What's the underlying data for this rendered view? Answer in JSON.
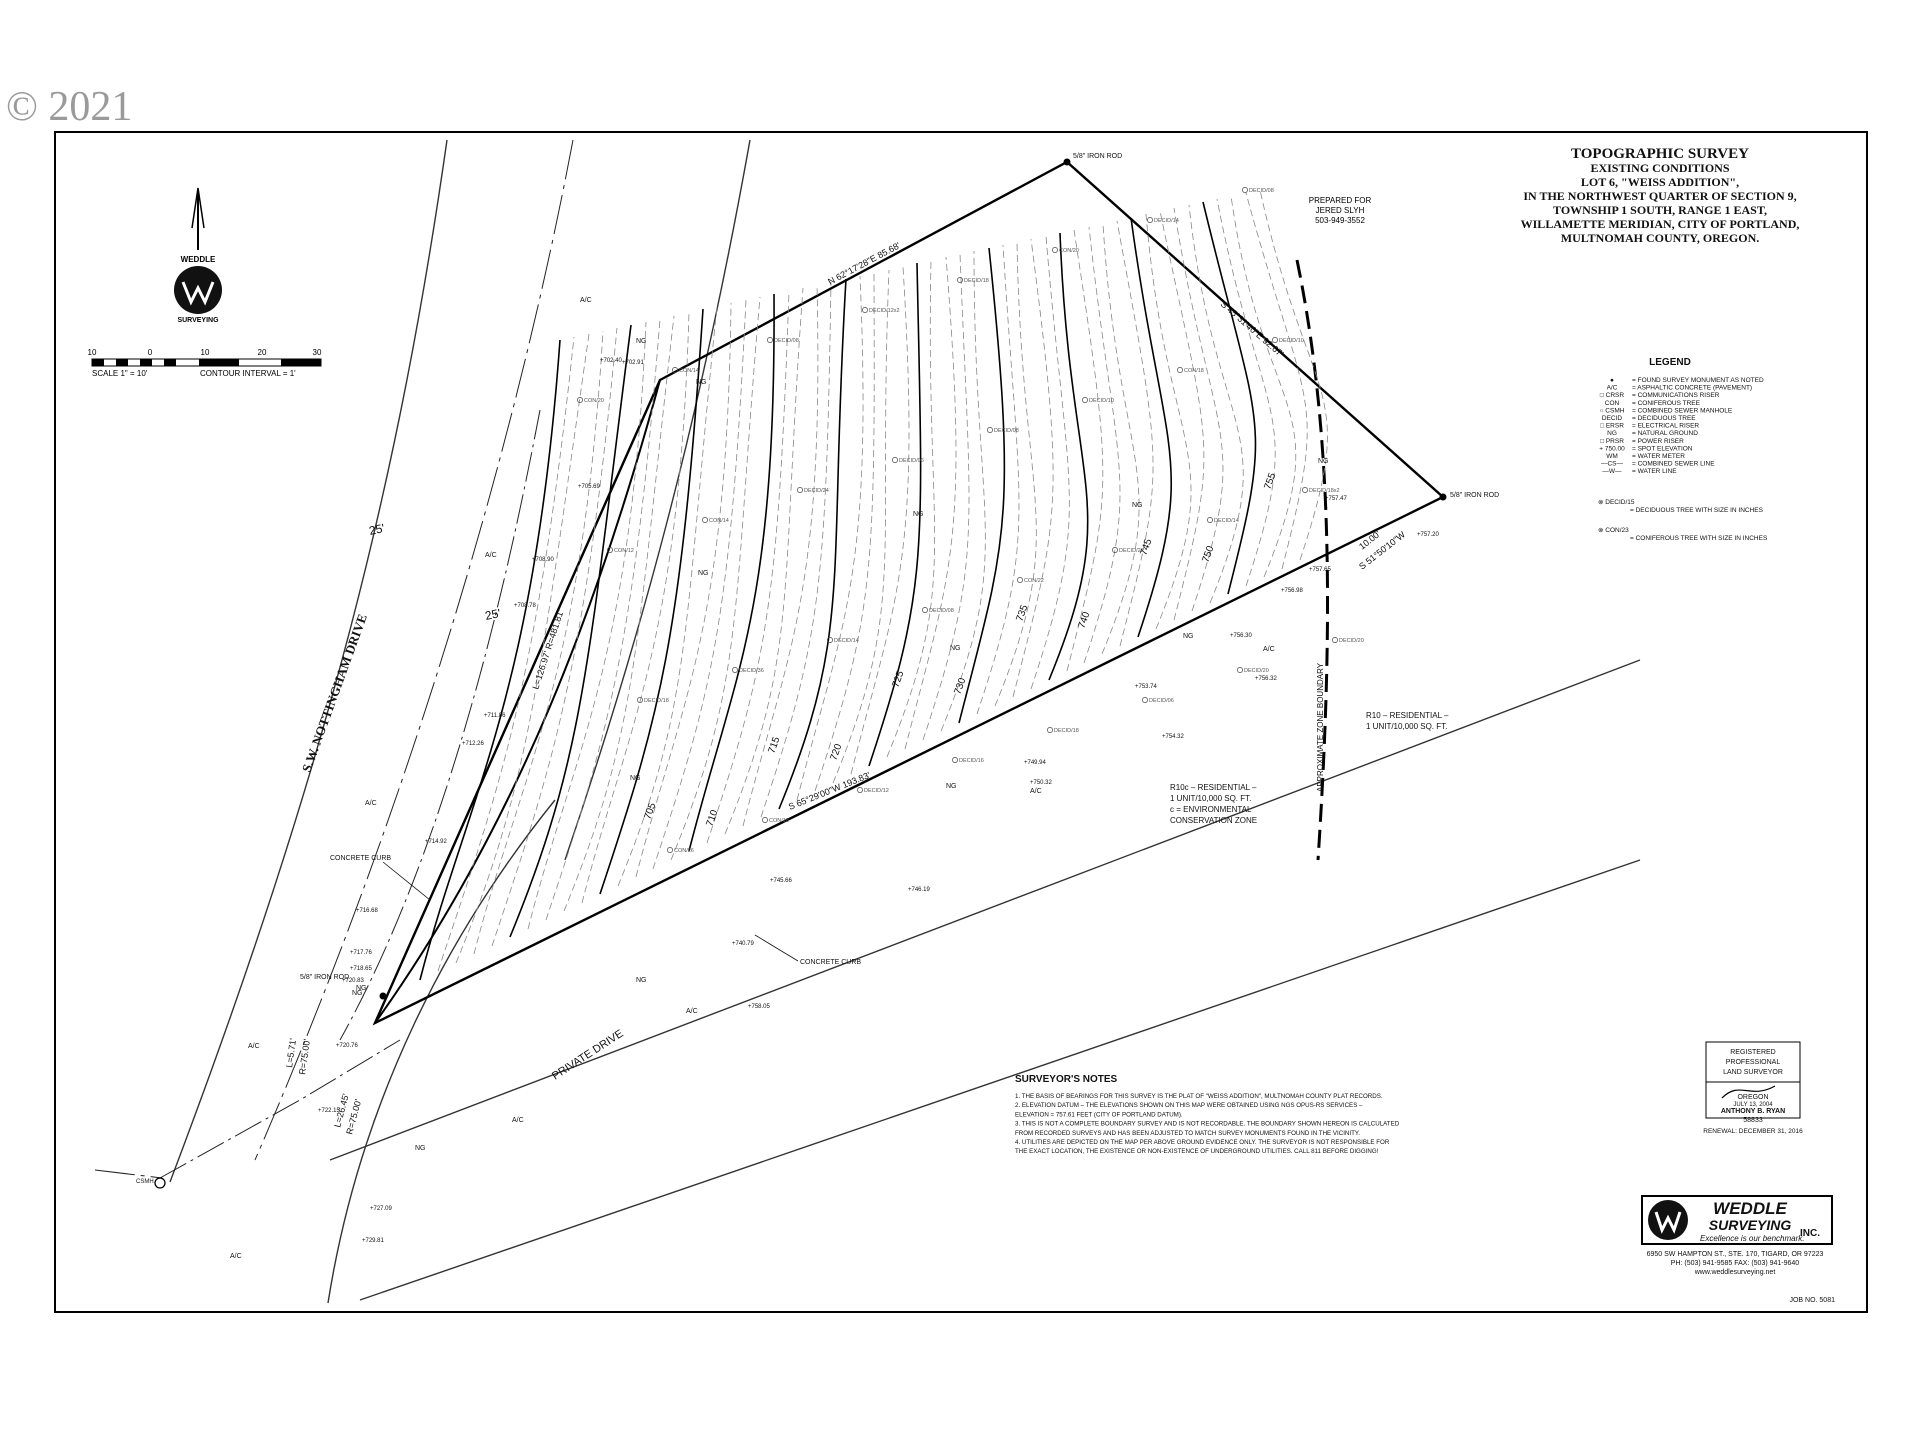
{
  "watermark": "© 2021",
  "title_block": {
    "lines": [
      "TOPOGRAPHIC SURVEY",
      "EXISTING CONDITIONS",
      "LOT 6, \"WEISS ADDITION\",",
      "IN THE NORTHWEST QUARTER OF SECTION 9,",
      "TOWNSHIP 1 SOUTH, RANGE 1 EAST,",
      "WILLAMETTE MERIDIAN, CITY OF PORTLAND,",
      "MULTNOMAH COUNTY, OREGON."
    ]
  },
  "prepared_for": {
    "label": "PREPARED FOR",
    "name": "JERED SLYH",
    "phone": "503-949-3552"
  },
  "north_logo": {
    "line1": "WEDDLE",
    "line2": "SURVEYING"
  },
  "scale": {
    "ticks": [
      "10",
      "0",
      "10",
      "20",
      "30"
    ],
    "scale_text": "SCALE 1\" = 10'",
    "contour_text": "CONTOUR INTERVAL = 1'"
  },
  "legend": {
    "title": "LEGEND",
    "items": [
      {
        "symbol": "●",
        "text": "= FOUND SURVEY MONUMENT AS NOTED"
      },
      {
        "symbol": "A/C",
        "text": "= ASPHALTIC CONCRETE (PAVEMENT)"
      },
      {
        "symbol": "□ CRSR",
        "text": "= COMMUNICATIONS RISER"
      },
      {
        "symbol": "CON",
        "text": "= CONIFEROUS TREE"
      },
      {
        "symbol": "○ CSMH",
        "text": "= COMBINED SEWER MANHOLE"
      },
      {
        "symbol": "DECID",
        "text": "= DECIDUOUS TREE"
      },
      {
        "symbol": "□ ERSR",
        "text": "= ELECTRICAL RISER"
      },
      {
        "symbol": "NG",
        "text": "= NATURAL GROUND"
      },
      {
        "symbol": "□ PRSR",
        "text": "= POWER RISER"
      },
      {
        "symbol": "+ 750.00",
        "text": "= SPOT ELEVATION"
      },
      {
        "symbol": "WM",
        "text": "= WATER METER"
      },
      {
        "symbol": "—CS—",
        "text": "= COMBINED SEWER LINE"
      },
      {
        "symbol": "—W—",
        "text": "= WATER LINE"
      }
    ],
    "tree_items": [
      {
        "symbol": "⊗ DECID/15",
        "text": "= DECIDUOUS TREE WITH SIZE IN INCHES"
      },
      {
        "symbol": "⊗ CON/23",
        "text": "= CONIFEROUS TREE WITH SIZE IN INCHES"
      }
    ]
  },
  "notes": {
    "title": "SURVEYOR'S NOTES",
    "items": [
      "1. THE BASIS OF BEARINGS FOR THIS SURVEY IS THE PLAT OF \"WEISS ADDITION\", MULTNOMAH COUNTY PLAT RECORDS.",
      "2. ELEVATION DATUM – THE ELEVATIONS SHOWN ON THIS MAP WERE OBTAINED USING NGS OPUS-RS SERVICES –",
      "   ELEVATION = 757.61 FEET (CITY OF PORTLAND DATUM).",
      "3. THIS IS NOT A COMPLETE BOUNDARY SURVEY AND IS NOT RECORDABLE. THE BOUNDARY SHOWN HEREON IS CALCULATED",
      "   FROM RECORDED SURVEYS AND HAS BEEN ADJUSTED TO MATCH SURVEY MONUMENTS FOUND IN THE VICINITY.",
      "4. UTILITIES ARE DEPICTED ON THE MAP PER ABOVE GROUND EVIDENCE ONLY. THE SURVEYOR IS NOT RESPONSIBLE FOR",
      "   THE EXACT LOCATION, THE EXISTENCE OR NON-EXISTENCE OF UNDERGROUND UTILITIES. CALL 811 BEFORE DIGGING!"
    ]
  },
  "stamp": {
    "lines": [
      "REGISTERED",
      "PROFESSIONAL",
      "LAND SURVEYOR"
    ],
    "state": "OREGON",
    "date": "JULY 13, 2004",
    "name": "ANTHONY B. RYAN",
    "number": "58833",
    "renewal": "RENEWAL: DECEMBER 31, 2016"
  },
  "company": {
    "name1": "WEDDLE",
    "name2": "SURVEYING",
    "inc": "INC.",
    "tagline": "Excellence is our benchmark.",
    "address": "6950 SW HAMPTON ST., STE. 170, TIGARD, OR 97223",
    "phone": "PH: (503) 941-9585   FAX: (503) 941-9640",
    "web": "www.weddlesurveying.net"
  },
  "job": "JOB NO. 5081",
  "labels": {
    "street": "S.W. NOTTINGHAM DRIVE",
    "private_drive": "PRIVATE DRIVE",
    "iron_rod": "5/8\" IRON ROD",
    "bearing_n": "N 62°17'28\"E 85.68'",
    "bearing_e": "S 45°31'40\"E 92.67'",
    "bearing_s": "S 65°29'00\"W 193.83'",
    "bearing_se": "S 51°50'10\"W",
    "dist_10": "10.00'",
    "curve": "L=126.97'  R=481.81'",
    "curve2a": "L=5.71'",
    "curve2b": "R=75.00'",
    "curve3a": "L=26.45'",
    "curve3b": "R=75.00'",
    "row_25a": "25'",
    "row_25b": "25'",
    "zone_r10": [
      "R10 – RESIDENTIAL –",
      "1 UNIT/10,000 SQ. FT."
    ],
    "zone_r10c": [
      "R10c – RESIDENTIAL –",
      "1 UNIT/10,000 SQ. FT.",
      "c = ENVIRONMENTAL",
      "CONSERVATION ZONE"
    ],
    "zone_boundary": "APPROXIMATE ZONE BOUNDARY",
    "concrete_curb": "CONCRETE CURB",
    "ac": "A/C",
    "ng": "NG",
    "csmh": "CSMH",
    "cs": "CS",
    "w": "W"
  },
  "contours": [
    "705",
    "710",
    "715",
    "720",
    "725",
    "730",
    "735",
    "740",
    "745",
    "750",
    "755"
  ],
  "spot_elevations": [
    {
      "v": "702.40",
      "pos": "a"
    },
    {
      "v": "702.91",
      "pos": "b"
    },
    {
      "v": "705.69",
      "pos": "c"
    },
    {
      "v": "708.90",
      "pos": "d"
    },
    {
      "v": "708.78",
      "pos": "e"
    },
    {
      "v": "711.86",
      "pos": "f"
    },
    {
      "v": "712.26",
      "pos": "g"
    },
    {
      "v": "714.92",
      "pos": "h"
    },
    {
      "v": "716.68",
      "pos": "i"
    },
    {
      "v": "717.76",
      "pos": "j"
    },
    {
      "v": "718.65",
      "pos": "k"
    },
    {
      "v": "720.76",
      "pos": "l"
    },
    {
      "v": "722.15",
      "pos": "m"
    },
    {
      "v": "727.09",
      "pos": "n"
    },
    {
      "v": "729.81",
      "pos": "o"
    },
    {
      "v": "740.79",
      "pos": "p"
    },
    {
      "v": "745.66",
      "pos": "q"
    },
    {
      "v": "746.19",
      "pos": "r"
    },
    {
      "v": "749.94",
      "pos": "s"
    },
    {
      "v": "750.32",
      "pos": "t"
    },
    {
      "v": "753.74",
      "pos": "u"
    },
    {
      "v": "754.32",
      "pos": "v"
    },
    {
      "v": "756.30",
      "pos": "w"
    },
    {
      "v": "756.32",
      "pos": "x"
    },
    {
      "v": "756.98",
      "pos": "y"
    },
    {
      "v": "757.20",
      "pos": "z"
    },
    {
      "v": "757.47",
      "pos": "aa"
    },
    {
      "v": "757.65",
      "pos": "bb"
    },
    {
      "v": "758.05",
      "pos": "cc"
    },
    {
      "v": "720.83",
      "pos": "dd"
    }
  ],
  "trees": [
    "CON/20",
    "CON/14",
    "DECID/08",
    "DECID/12x2",
    "DECID/18",
    "CON/20",
    "DECID/14",
    "DECID/08",
    "CON/12",
    "CON/14",
    "DECID/24",
    "DECID/06",
    "DECID/08",
    "DECID/10",
    "CON/18",
    "DECID/10",
    "DECID/18",
    "DECID/36",
    "DECID/14",
    "DECID/08",
    "CON/22",
    "DECID/22",
    "DECID/14",
    "DECID/18x2",
    "CON/26",
    "CON/18",
    "DECID/12",
    "DECID/16",
    "DECID/18",
    "DECID/06",
    "DECID/20",
    "DECID/20"
  ]
}
